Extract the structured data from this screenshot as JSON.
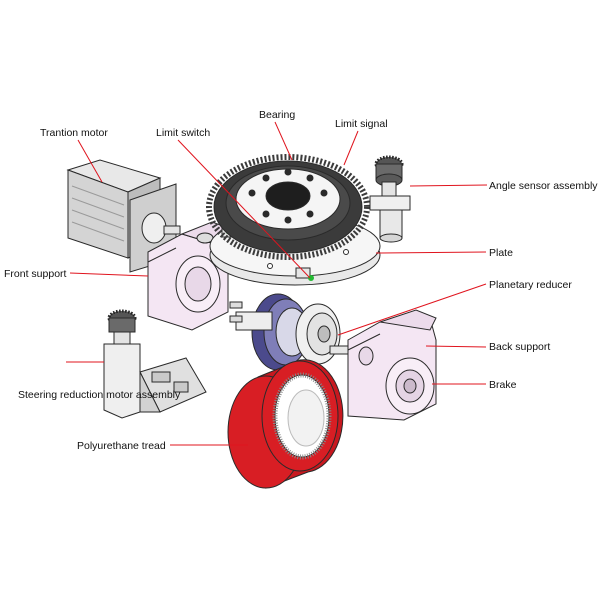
{
  "diagram": {
    "labels": {
      "trantion_motor": "Trantion motor",
      "limit_switch": "Limit switch",
      "bearing": "Bearing",
      "limit_signal": "Limit signal",
      "angle_sensor_assembly": "Angle sensor assembly",
      "front_support": "Front support",
      "plate": "Plate",
      "planetary_reducer": "Planetary reducer",
      "back_support": "Back support",
      "steering_reduction_motor_assembly": "Steering reduction motor assembly",
      "brake": "Brake",
      "polyurethane_tread": "Polyurethane tread"
    },
    "colors": {
      "leader_line": "#e0141e",
      "tread": "#d81e24",
      "gear": "#3b3b3b",
      "housing": "#f3e4f2",
      "wheel_hub": "#4b4a8c",
      "indicator": "#22bb33"
    }
  }
}
